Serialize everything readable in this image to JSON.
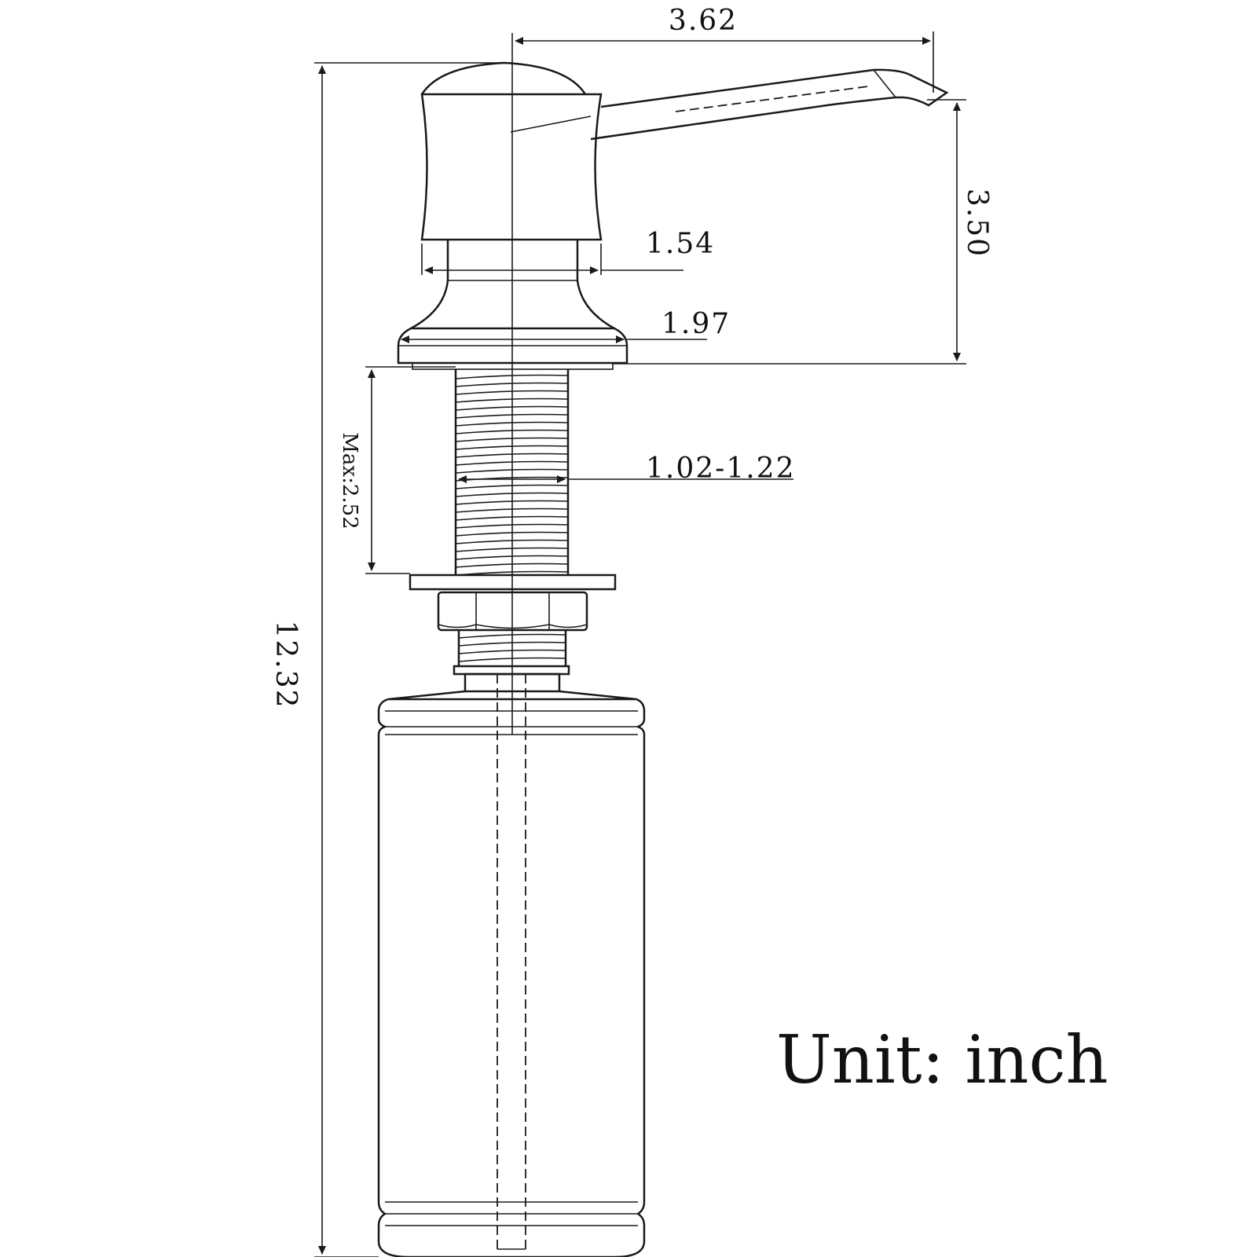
{
  "dimensions": {
    "spout_reach": "3.62",
    "spout_height": "3.50",
    "pump_head_diameter": "1.54",
    "flange_diameter": "1.97",
    "shank_diameter": "1.02-1.22",
    "max_counter_thickness": "Max:2.52",
    "total_height": "12.32"
  },
  "unit_label": "Unit: inch",
  "colors": {
    "line": "#1a1a1a",
    "background": "#ffffff"
  }
}
